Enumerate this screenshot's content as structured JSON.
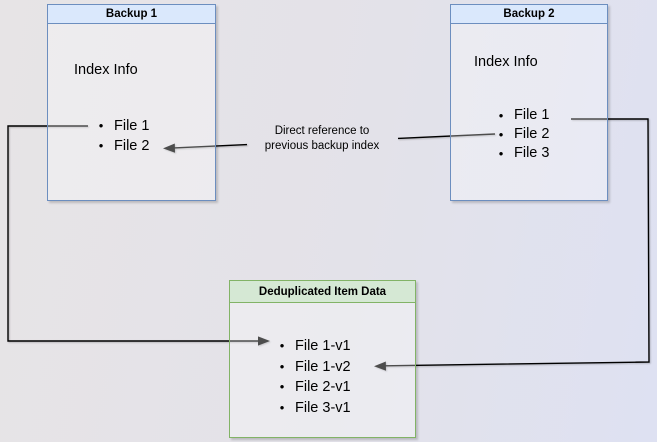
{
  "diagram": {
    "backup1": {
      "title": "Backup 1",
      "section_label": "Index Info",
      "items": [
        "File 1",
        "File 2"
      ]
    },
    "backup2": {
      "title": "Backup 2",
      "section_label": "Index Info",
      "items": [
        "File 1",
        "File 2",
        "File 3"
      ]
    },
    "dedup_store": {
      "title": "Deduplicated Item Data",
      "items": [
        "File 1-v1",
        "File 1-v2",
        "File 2-v1",
        "File 3-v1"
      ]
    },
    "annotation": {
      "line1": "Direct reference to",
      "line2": "previous backup index"
    },
    "bullet_glyph": "•",
    "colors": {
      "backup_box_border": "#6c8ebf",
      "backup_box_header_fill": "#dae8fc",
      "dedup_box_border": "#82b366",
      "dedup_box_header_fill": "#d5e8d4",
      "connector": "#000000"
    }
  }
}
